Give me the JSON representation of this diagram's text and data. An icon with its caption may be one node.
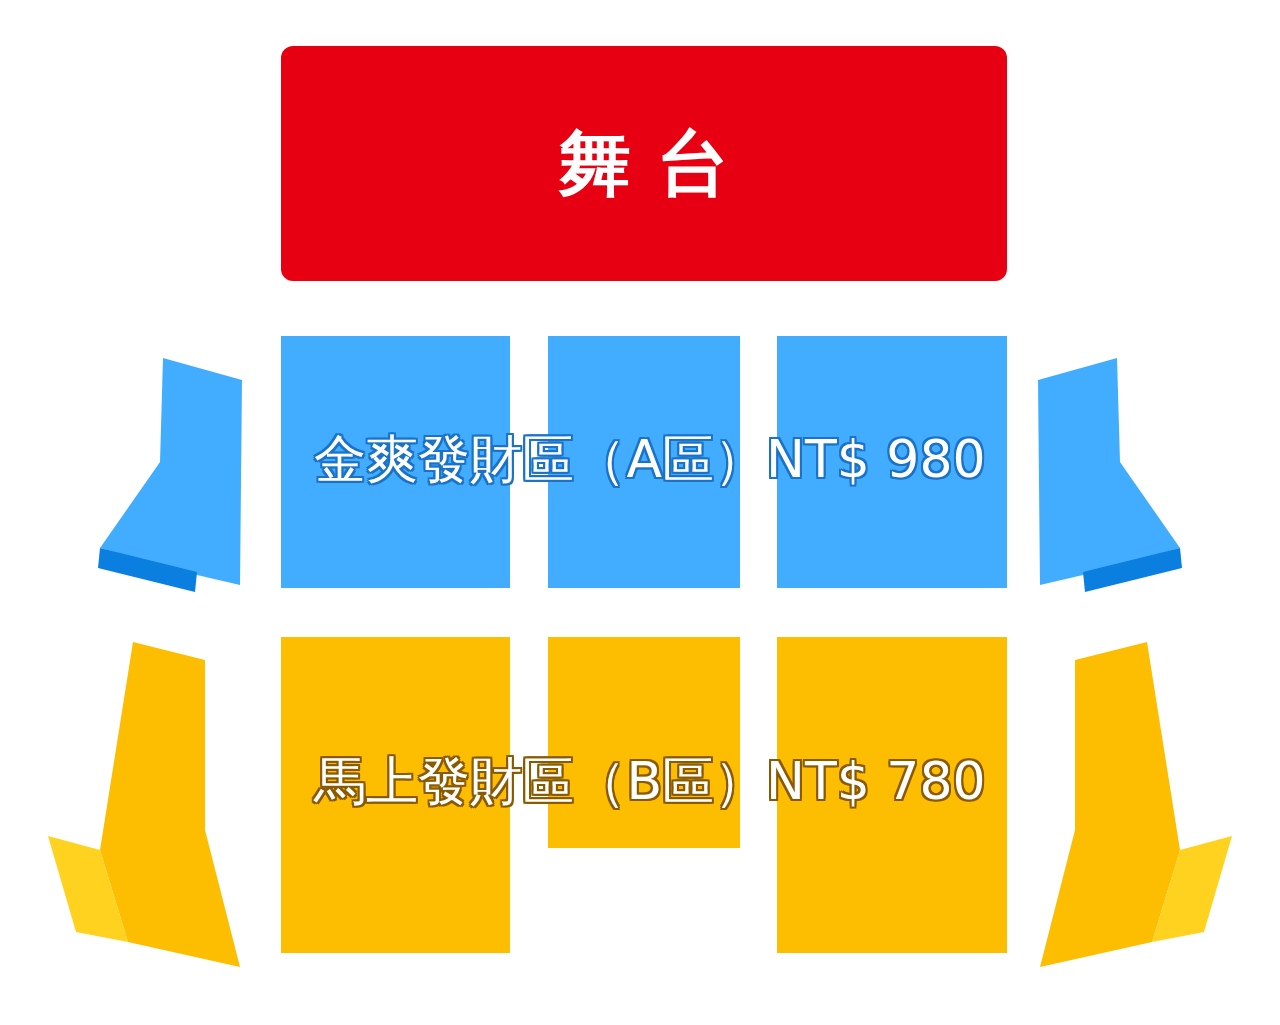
{
  "diagram": {
    "nodes": [
      {
        "text": [
          "舞 台"
        ]
      },
      {
        "text": [],
        "shape": "box"
      },
      {
        "text": [],
        "shape": "box"
      },
      {
        "text": [],
        "shape": "box"
      },
      {
        "text": [],
        "shape": "box"
      },
      {
        "text": [],
        "shape": "box"
      },
      {
        "text": [],
        "shape": "box"
      },
      {
        "text": [],
        "shape": "box"
      },
      {
        "text": [],
        "shape": "box"
      },
      {
        "text": [],
        "shape": "box"
      },
      {
        "text": [],
        "shape": "box"
      }
    ],
    "labels": [
      "金爽發財區（A區）NT$ 980",
      "馬上發財區（B區）NT$ 780"
    ]
  }
}
